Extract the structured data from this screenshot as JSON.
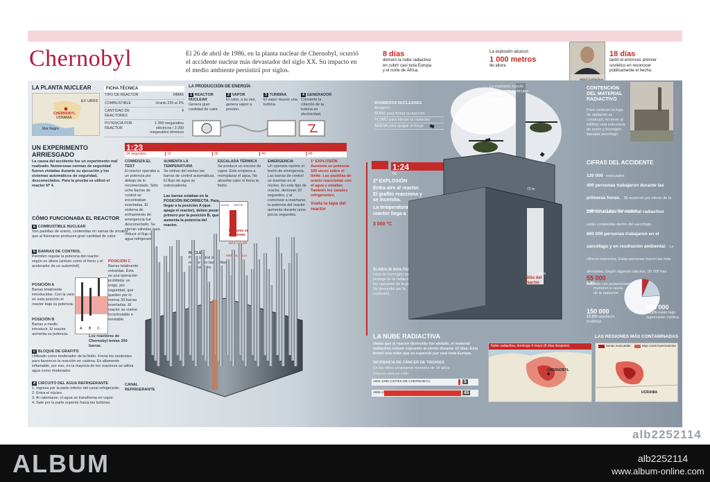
{
  "header": {
    "title": "Chernobyl",
    "intro": "El 26 de abril de 1986, en la planta nuclear de Chernobyl, ocurrió el accidente nuclear más devastador del siglo XX. Su impacto en el medio ambiente persistirá por siglos.",
    "stat1_value": "8 días",
    "stat1_text": "demoró la nube radiactiva en cubrir casi toda Europa y el norte de África.",
    "stat2_pre": "La explosión alcanzó",
    "stat2_value": "1 000 metros",
    "stat2_post": "de altura",
    "stat3_value": "18 días",
    "stat3_text": "tardó el entonces premier soviético en reconocer públicamente el hecho.",
    "portrait_caption": "Mijaíl Gorbachov"
  },
  "planta": {
    "heading": "LA PLANTA NUCLEAR",
    "country": "EX URSS",
    "city": "CHERNOBYL",
    "region": "UCRANIA",
    "sea": "Mar Negro"
  },
  "ficha": {
    "heading": "FICHA TÉCNICA",
    "rows": [
      {
        "label": "TIPO DE REACTOR",
        "value": "RBMK"
      },
      {
        "label": "COMBUSTIBLE",
        "value": "Uranio 235 al 2%"
      },
      {
        "label": "CANTIDAD DE REACTORES",
        "value": "4"
      },
      {
        "label": "POTENCIA POR REACTOR",
        "value": "1 000 megavatios eléctricos / 3 200 megavatios térmicos"
      }
    ]
  },
  "produccion": {
    "heading": "LA PRODUCCIÓN DE ENERGÍA",
    "steps": [
      {
        "num": "1",
        "title": "REACTOR NUCLEAR",
        "text": "Genera gran cantidad de calor."
      },
      {
        "num": "2",
        "title": "VAPOR",
        "text": "El calor, a su vez, genera vapor a presión."
      },
      {
        "num": "3",
        "title": "TURBINA",
        "text": "El vapor mueve una turbina."
      },
      {
        "num": "4",
        "title": "GENERADOR",
        "text": "Convierte la rotación de la turbina en electricidad."
      }
    ]
  },
  "experimento": {
    "heading": "UN EXPERIMENTO ARRIESGADO",
    "text": "La causa del accidente fue un experimento mal realizado. Numerosas normas de seguridad fueron violadas durante su ejecución y los sistemas automáticos de seguridad, desconectados. Para la prueba se utilizó el reactor Nº 4."
  },
  "timeline": {
    "time1": "1:23",
    "time1_sub": "24 segundos",
    "ticks": [
      "10",
      "35",
      "40",
      "45"
    ],
    "cols": [
      {
        "title": "COMIENZA EL TEST",
        "text": "El reactor operaba a un potencia por debajo de lo recomendado. Sólo ocho barras de control se encontraban insertadas. El sistema de enfriamiento de emergencia fue desconectado. Se cierran válvulas para reducir el flujo del agua refrigerante."
      },
      {
        "title": "AUMENTA LA TEMPERATURA",
        "text": "Se retiran del núcleo las barras de control automáticas. El flujo de agua se sobrecalienta."
      },
      {
        "title": "ESCALADA TÉRMICA",
        "text": "Se produce un exceso de vapor. Este empieza a reemplazar el agua. No absorbe calor ni frena la fisión."
      },
      {
        "title": "EMERGENCIA",
        "text": "Un operario oprime el botón de emergencia. Las barras de control se insertan en el núcleo. En este tipo de reactor, demoran 20 segundos, y al comenzar a insertarse, la potencia del reactor aumenta durante unos pocos segundos."
      },
      {
        "title": "1ª EXPLOSIÓN",
        "text": "Aumenta su potencia 100 veces sobre el límite. Las pastillas de uranio reaccionan con el agua y estallan. También los canales refrigerantes.",
        "note": "Vuela la tapa del reactor"
      }
    ],
    "incorrect": "Las barras estaban en la POSICIÓN INCORRECTA. Para llegar a la posición A (que apaga el reactor), deben pasar primero por la posición B, que aumenta la potencia del reactor.",
    "cell_agua": "AGUA",
    "cell_vapor": "VAPOR",
    "cell_label": "El uranio se recalienta",
    "mas_calor": "MÁS CALOR",
    "menos_agua": "MENOS AGUA",
    "nucleo_title": "NÚCLEO",
    "nucleo_text": "Parte central del reactor con las varillas combustibles."
  },
  "reactor": {
    "heading": "CÓMO FUNCIONABA EL REACTOR",
    "a_title": "COMBUSTIBLE NUCLEAR",
    "a_text": "Son pastillas de uranio, contenidas en vainas de zircaloy, que al fisionarse producen gran cantidad de calor.",
    "b_title": "BARRAS DE CONTROL",
    "b_text": "Permiten regular la potencia del reactor según su altura (actúan como el freno y el acelerador de un automóvil).",
    "posA_title": "POSICIÓN A",
    "posA_text": "Barras totalmente introducidas. Con la vara en esta posición el reactor baja su potencia.",
    "posB_title": "POSICIÓN B",
    "posB_text": "Barras a medio introducir. El reactor aumenta su potencia.",
    "posC_title": "POSICIÓN C",
    "posC_text": "Barras totalmente extraídas. Ésta es una operación prohibida: se exige, por seguridad, que queden por lo menos 30 barras insertadas. El reactor se vuelve incontrolable e inestable.",
    "abc": [
      "A",
      "B",
      "C"
    ],
    "barras_note": "Los reactores de Chernobyl tenían 200 barras.",
    "c_title": "BLOQUE DE GRAFITO",
    "c_text": "Utilizado como moderador de la fisión. Frena los neutrones para favorecer la reacción en cadena. Es altamente inflamable, por eso, en la mayoría de los reactores se utiliza agua como moderador.",
    "d_title": "CIRCUITO DEL AGUA REFRIGERANTE",
    "d_steps": [
      "1. Ingresa por la parte inferior del canal refrigerante.",
      "2. Entra el núcleo.",
      "3. Al calentarse, el agua se transforma en vapor.",
      "4. Sale por la parte superior hacia las turbinas."
    ],
    "canal": "CANAL REFRIGERANTE"
  },
  "explosion2": {
    "time": "1:24",
    "time_sub": "00",
    "title": "2ª EXPLOSIÓN",
    "text1": "Entra aire al reactor. El grafito reacciona y se incendia.",
    "text2": "La temperatura del reactor llega a",
    "temp": "3 000 °C",
    "blindaje_title": "BLINDAJE BIOLÓGICO",
    "blindaje_text": "Losa de hormigón que protege de la radiación a los operarios de la planta. Se derrumbó por la explosión.",
    "sitio": "Sitio del reactor",
    "altura": "72 m",
    "altura2": "30 m"
  },
  "bomberos": {
    "title": "BOMBEROS NUCLEARES",
    "sub": "Arrojaron:",
    "items": [
      "BORO para frenar la reacción",
      "PLOMO para blindar la radiación",
      "ARENA para apagar el fuego"
    ],
    "explosion_note": "La explosión eyectó una nube de partículas radiactivas."
  },
  "contencion": {
    "heading": "CONTENCIÓN DEL MATERIAL RADIACTIVO",
    "text": "Para contener la fuga de radiación se construyó, en torno al edificio, una estructura de acero y hormigón, llamada sarcófago."
  },
  "cifras": {
    "heading": "CIFRAS DEL ACCIDENTE",
    "items": [
      {
        "value": "120 000",
        "text": "evacuados"
      },
      {
        "value": "400 personas trabajaron durante las primeras horas.",
        "text": "28 murieron por efecto de la radiación y 3 por otras causas."
      },
      {
        "value": "200 toneladas de material radiactivo",
        "text": "están contenidas dentro del sarcófago."
      },
      {
        "value": "860 000 personas trabajaron en el sarcófago y en restitución ambiental.",
        "text": "La cifra es imprecisa. Estas personas fueron las más afectadas. Según algunos cálculos, 55 000 han fallecido con posterioridad al accidente."
      }
    ],
    "pie_a_value": "55 000",
    "pie_a_pct": "6,4%",
    "pie_a_text": "murieron a causa de la radiación",
    "pie_b_value": "150 000",
    "pie_b_pct": "17,5%",
    "pie_b_text": "quedaron inválidas",
    "pie_c_value": "655 000",
    "pie_c_pct": "76,1%",
    "pie_c_text": "están bajo supervisión médica"
  },
  "nube": {
    "heading": "LA NUBE RADIACTIVA",
    "text": "Hasta que el reactor destruido fue aislado, el material radiactivo estuvo expuesto al viento durante 10 días. Esta formó una nube que se esparció por casi toda Europa.",
    "map_label": "Nube radiactiva, domingo 4 mayo (8 días después).",
    "map_city": "CHERNOBYL",
    "chart_title": "INCIDENCIA DE CÁNCER DE TIROIDES",
    "chart_sub": "En los niños ucranianos menores de 14 años",
    "chart_unit": "Cifras en casos por millón"
  },
  "chart_data": {
    "type": "bar",
    "categories": [
      "1981-1985 (ANTES DE CHERNOBYL)",
      "1986-1997 (DESPUÉS DE CHERNOBYL)"
    ],
    "values": [
      5,
      45
    ],
    "title": "INCIDENCIA DE CÁNCER DE TIROIDES",
    "xlabel": "",
    "ylabel": "",
    "xlim": [
      0,
      50
    ],
    "bar_color": "#d9342b"
  },
  "regiones": {
    "heading": "LAS REGIONES MÁS CONTAMINADAS",
    "legend1": "Zonas evacuadas",
    "legend2": "Bajo control permanente",
    "country": "UCRANIA"
  },
  "watermark": {
    "id_small": "alb2252114",
    "logo": "ALBUM",
    "id": "alb2252114",
    "url": "www.album-online.com"
  },
  "colors": {
    "brand": "#b3183e",
    "accent": "#c42a2a"
  }
}
